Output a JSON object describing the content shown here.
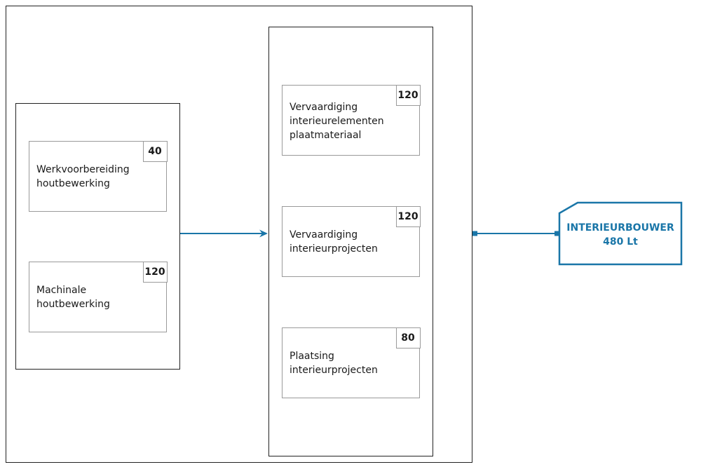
{
  "colors": {
    "accent": "#1a76a8",
    "frame": "#222222",
    "module_border": "#9a9a9a"
  },
  "group_left": {
    "modules": [
      {
        "label": "Werkvoorbereiding\nhoutbewerking",
        "hours": "40"
      },
      {
        "label": "Machinale\nhoutbewerking",
        "hours": "120"
      }
    ]
  },
  "group_right": {
    "modules": [
      {
        "label": "Vervaardiging\ninterieurelementen\nplaatmateriaal",
        "hours": "120"
      },
      {
        "label": "Vervaardiging\ninterieurprojecten",
        "hours": "120"
      },
      {
        "label": "Plaatsing\ninterieurprojecten",
        "hours": "80"
      }
    ]
  },
  "result": {
    "title": "INTERIEURBOUWER",
    "hours": "480 Lt"
  }
}
